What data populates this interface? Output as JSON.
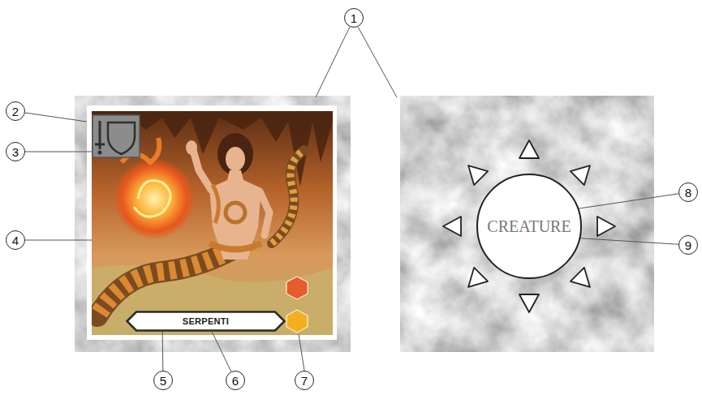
{
  "diagram": {
    "nodes": [
      {
        "text": [
          "1"
        ]
      },
      {
        "text": [
          "2"
        ]
      },
      {
        "text": [
          "3"
        ]
      },
      {
        "text": [
          "4"
        ]
      },
      {
        "text": [
          "5"
        ]
      },
      {
        "text": [
          "6"
        ]
      },
      {
        "text": [
          "7"
        ]
      },
      {
        "text": [
          "8"
        ]
      },
      {
        "text": [
          "9"
        ]
      },
      {
        "text": [
          "SERPENTI"
        ]
      },
      {
        "text": [
          "CREATURE"
        ]
      }
    ],
    "edges": [
      {
        "from": 4,
        "to": 9,
        "arrow": "none"
      },
      {
        "from": 5,
        "to": 9,
        "arrow": "none"
      },
      {
        "from": 7,
        "to": 10,
        "arrow": "none"
      },
      {
        "from": 8,
        "to": 10,
        "arrow": "none"
      }
    ]
  }
}
